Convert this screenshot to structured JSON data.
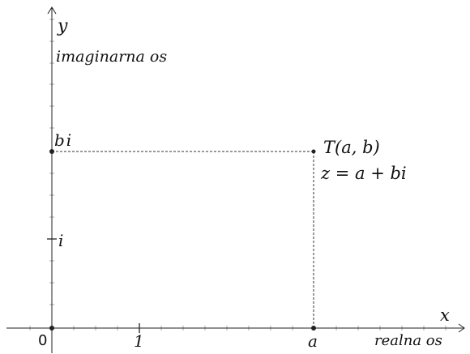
{
  "labels": {
    "y_axis": "y",
    "y_axis_name": "imaginarna os",
    "x_axis": "x",
    "x_axis_name": "realna os",
    "origin": "0",
    "one": "1",
    "a": "a",
    "i": "i",
    "bi": "bi",
    "point": "T(a, b)",
    "equation": "z = a + bi"
  },
  "colors": {
    "axis": "#222222",
    "tick": "#aaaaaa",
    "guide": "#333333",
    "point": "#222222"
  }
}
